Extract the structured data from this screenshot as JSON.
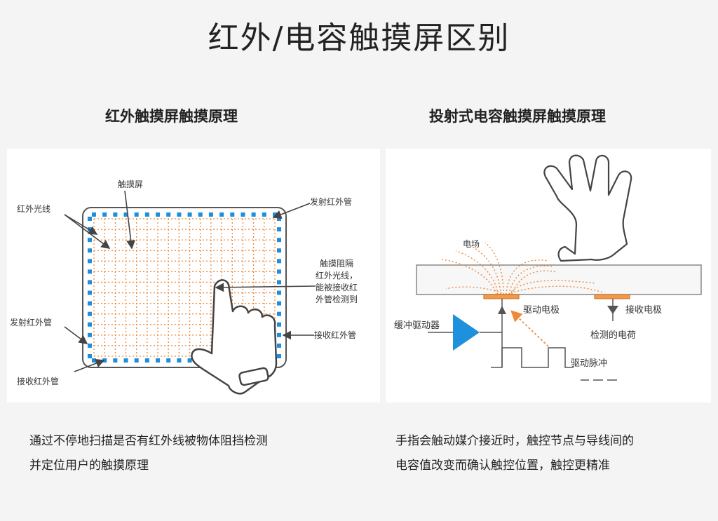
{
  "title": "红外/电容触摸屏区别",
  "left_panel": {
    "heading": "红外触摸屏触摸原理",
    "labels": {
      "screen": "触摸屏",
      "ir_light": "红外光线",
      "emit_top": "发射红外管",
      "blocked_1": "触摸阻隔",
      "blocked_2": "红外光线，",
      "blocked_3": "能被接收红",
      "blocked_4": "外管检测到",
      "emit_left": "发射红外管",
      "receive_right": "接收红外管",
      "receive_bottom": "接收红外管"
    },
    "description": [
      "通过不停地扫描是否有红外线被物体阻挡检测",
      "并定位用户的触摸原理"
    ]
  },
  "right_panel": {
    "heading": "投射式电容触摸屏触摸原理",
    "labels": {
      "field": "电场",
      "drive_electrode": "驱动电极",
      "receive_electrode": "接收电极",
      "buffer_driver": "缓冲驱动器",
      "detected_charge": "检测的电荷",
      "drive_pulse": "驱动脉冲"
    },
    "description": [
      "手指会触动媒介接近时，触控节点与导线间的",
      "电容值改变而确认触控位置，触控更精准"
    ]
  },
  "colors": {
    "emitter_blue": "#1e8fdc",
    "beam_orange": "#f0883a",
    "driver_blue": "#1e90dc",
    "electrode_orange": "#f29a4a",
    "line_gray": "#555555"
  }
}
